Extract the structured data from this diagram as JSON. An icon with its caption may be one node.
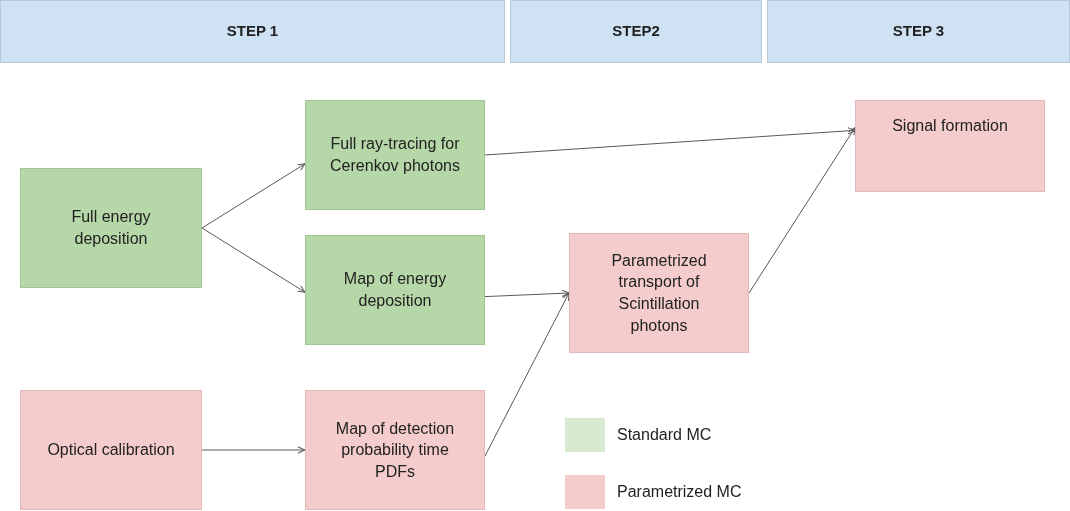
{
  "diagram": {
    "nodes": [
      {
        "text": [
          "STEP 1"
        ]
      },
      {
        "text": [
          "STEP2"
        ]
      },
      {
        "text": [
          "STEP 3"
        ]
      },
      {
        "text": [
          "Full energy deposition"
        ]
      },
      {
        "text": [
          "Full ray-tracing for Cerenkov photons"
        ]
      },
      {
        "text": [
          "Map of energy deposition"
        ]
      },
      {
        "text": [
          "Parametrized transport of Scintillation photons"
        ]
      },
      {
        "text": [
          "Signal formation"
        ]
      },
      {
        "text": [
          "Optical calibration"
        ]
      },
      {
        "text": [
          "Map of detection probability time PDFs"
        ]
      }
    ],
    "edges": [
      {
        "from": 3,
        "to": 4,
        "arrow": "to"
      },
      {
        "from": 3,
        "to": 5,
        "arrow": "to"
      },
      {
        "from": 4,
        "to": 7,
        "arrow": "to"
      },
      {
        "from": 5,
        "to": 6,
        "arrow": "to"
      },
      {
        "from": 9,
        "to": 6,
        "arrow": "to"
      },
      {
        "from": 6,
        "to": 7,
        "arrow": "to"
      },
      {
        "from": 8,
        "to": 9,
        "arrow": "to"
      }
    ],
    "legend": [
      {
        "text": "Standard MC",
        "color": "#d9ead3"
      },
      {
        "text": "Parametrized MC",
        "color": "#f4cccc"
      }
    ]
  }
}
